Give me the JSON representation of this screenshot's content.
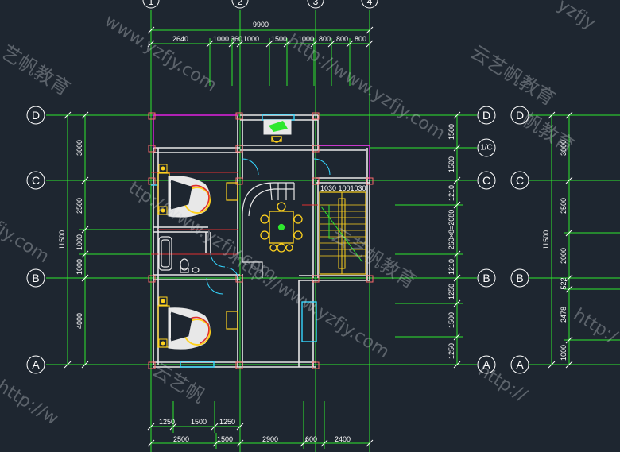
{
  "top_axes": [
    "1",
    "2",
    "3",
    "4"
  ],
  "overall_top": "9900",
  "top_dims": [
    "2640",
    "1000",
    "360",
    "1000",
    "1500",
    "1000",
    "800",
    "800",
    "800"
  ],
  "bottom_dims_inner": [
    "1250",
    "1500",
    "1250"
  ],
  "bottom_dims_outer": [
    "2500",
    "1500",
    "2900",
    "600",
    "2400"
  ],
  "left_axes": [
    "D",
    "C",
    "B",
    "A"
  ],
  "right_axes": [
    "D",
    "C",
    "B",
    "A"
  ],
  "far_right_axes": [
    "D",
    "C",
    "B",
    "A"
  ],
  "axis_half": "1/C",
  "left_dims": [
    "3000",
    "2500",
    "1000",
    "1000",
    "4000"
  ],
  "left_total": "11500",
  "right_dims": [
    "1500",
    "1500",
    "1210",
    "260×8=2080",
    "1210",
    "1250",
    "1500",
    "1250"
  ],
  "far_right_dims": [
    "3000",
    "2500",
    "2000",
    "522",
    "2478",
    "1000"
  ],
  "far_right_total": "11500",
  "stair_label": "1030 1001030",
  "watermarks": {
    "url_fragments": [
      "www.yzfjy.com",
      "http://www.yzfjy.com",
      "http://www.yzfjy.com",
      "http://",
      "yzfjy",
      "fjy.com",
      "http://w",
      "ttp://www.yzfjy.com",
      "http:/"
    ],
    "cn": "云艺帆教育",
    "cn_fragments": [
      "艺帆教育",
      "云艺帆教育",
      "云艺帆教育",
      "帆教育",
      "云艺帆"
    ]
  },
  "colors": {
    "background": "#1e2630",
    "grid_green": "#2ee82e",
    "wall_white": "#e8e8e8",
    "column_red": "#ff6b6b",
    "magenta": "#e020e0",
    "furniture_yellow": "#ffd21e",
    "cyan": "#35d6ff",
    "red_line": "#e03030"
  }
}
